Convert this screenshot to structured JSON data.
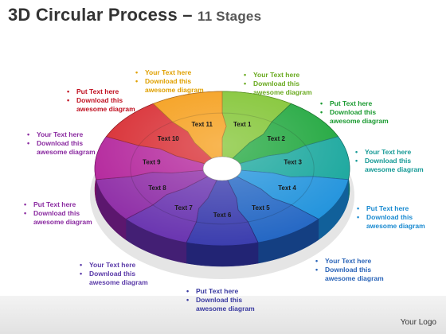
{
  "title": {
    "main": "3D Circular Process",
    "dash": " – ",
    "sub": "11 Stages"
  },
  "logo": "Your Logo",
  "stages": [
    {
      "label": "Text 1",
      "color": "#7cc22a",
      "dark": "#4c8a10"
    },
    {
      "label": "Text 2",
      "color": "#18a437",
      "dark": "#0c6e20"
    },
    {
      "label": "Text 3",
      "color": "#14a59b",
      "dark": "#0a6f68"
    },
    {
      "label": "Text 4",
      "color": "#1f92dc",
      "dark": "#11609a"
    },
    {
      "label": "Text 5",
      "color": "#2467c4",
      "dark": "#143f82"
    },
    {
      "label": "Text 6",
      "color": "#3c3eae",
      "dark": "#222474"
    },
    {
      "label": "Text 7",
      "color": "#6a35b0",
      "dark": "#431f74"
    },
    {
      "label": "Text 8",
      "color": "#8e2ca6",
      "dark": "#5c176e"
    },
    {
      "label": "Text 9",
      "color": "#b2219a",
      "dark": "#761264"
    },
    {
      "label": "Text 10",
      "color": "#d7262c",
      "dark": "#8e1216"
    },
    {
      "label": "Text 11",
      "color": "#f59a10",
      "dark": "#a8620a"
    }
  ],
  "callouts": [
    {
      "color": "#e0a000",
      "lines": [
        "Your Text  here",
        "Download this"
      ],
      "cont": "awesome diagram"
    },
    {
      "color": "#c01020",
      "lines": [
        "Put Text  here",
        "Download this"
      ],
      "cont": "awesome diagram"
    },
    {
      "color": "#8a2aa0",
      "lines": [
        "Your Text  here",
        "Download this"
      ],
      "cont": "awesome diagram"
    },
    {
      "color": "#8a2aa0",
      "lines": [
        "Put Text  here",
        "Download this"
      ],
      "cont": "awesome diagram"
    },
    {
      "color": "#5a3aa8",
      "lines": [
        "Your Text  here",
        "Download this"
      ],
      "cont": "awesome diagram"
    },
    {
      "color": "#3a3aa0",
      "lines": [
        "Put Text  here",
        "Download this"
      ],
      "cont": "awesome diagram"
    },
    {
      "color": "#2a64b8",
      "lines": [
        "Your Text  here",
        "Download this"
      ],
      "cont": "awesome diagram"
    },
    {
      "color": "#1a8ad0",
      "lines": [
        "Put Text  here",
        "Download this"
      ],
      "cont": "awesome diagram"
    },
    {
      "color": "#169a96",
      "lines": [
        "Your Text  here",
        "Download this"
      ],
      "cont": "awesome diagram"
    },
    {
      "color": "#1a9a30",
      "lines": [
        "Put Text  here",
        "Download this"
      ],
      "cont": "awesome diagram"
    },
    {
      "color": "#6aaa20",
      "lines": [
        "Your Text  here",
        "Download this"
      ],
      "cont": "awesome diagram"
    }
  ]
}
